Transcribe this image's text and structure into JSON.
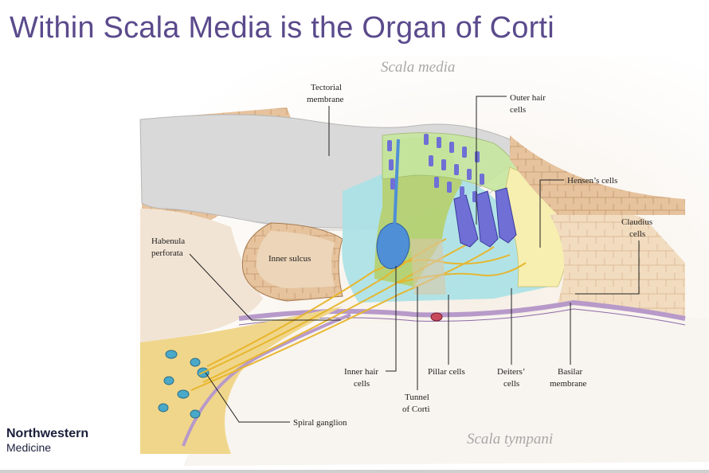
{
  "slide": {
    "title": "Within Scala Media is the Organ of Corti"
  },
  "diagram": {
    "regions": {
      "scala_media": "Scala media",
      "scala_tympani": "Scala tympani"
    },
    "labels": {
      "tectorial_1": "Tectorial",
      "tectorial_2": "membrane",
      "outer_hair_1": "Outer hair",
      "outer_hair_2": "cells",
      "hensens": "Hensen’s cells",
      "claudius_1": "Claudius",
      "claudius_2": "cells",
      "habenula_1": "Habenula",
      "habenula_2": "perforata",
      "inner_sulcus": "Inner sulcus",
      "inner_hair_1": "Inner hair",
      "inner_hair_2": "cells",
      "pillar": "Pillar cells",
      "deiters_1": "Deiters’",
      "deiters_2": "cells",
      "basilar_1": "Basilar",
      "basilar_2": "membrane",
      "tunnel_1": "Tunnel",
      "tunnel_2": "of Corti",
      "spiral_ganglion": "Spiral ganglion"
    }
  },
  "logo": {
    "line1": "Northwestern",
    "line2": "Medicine"
  },
  "colors": {
    "title": "#5b4a8c",
    "tissue_tan": "#e8c9a6",
    "tissue_dark": "#c9956a",
    "tectorial": "#dcdcdc",
    "hair_cell": "#6f6fd6",
    "inner_hair_cell": "#4f8fd6",
    "pillar_green": "#b7cf6a",
    "support_cyan": "#a9e1e6",
    "nerve_yellow": "#f0c43a",
    "ganglion_blue": "#4aa8c8",
    "basilar_purple": "#b79ac9"
  }
}
